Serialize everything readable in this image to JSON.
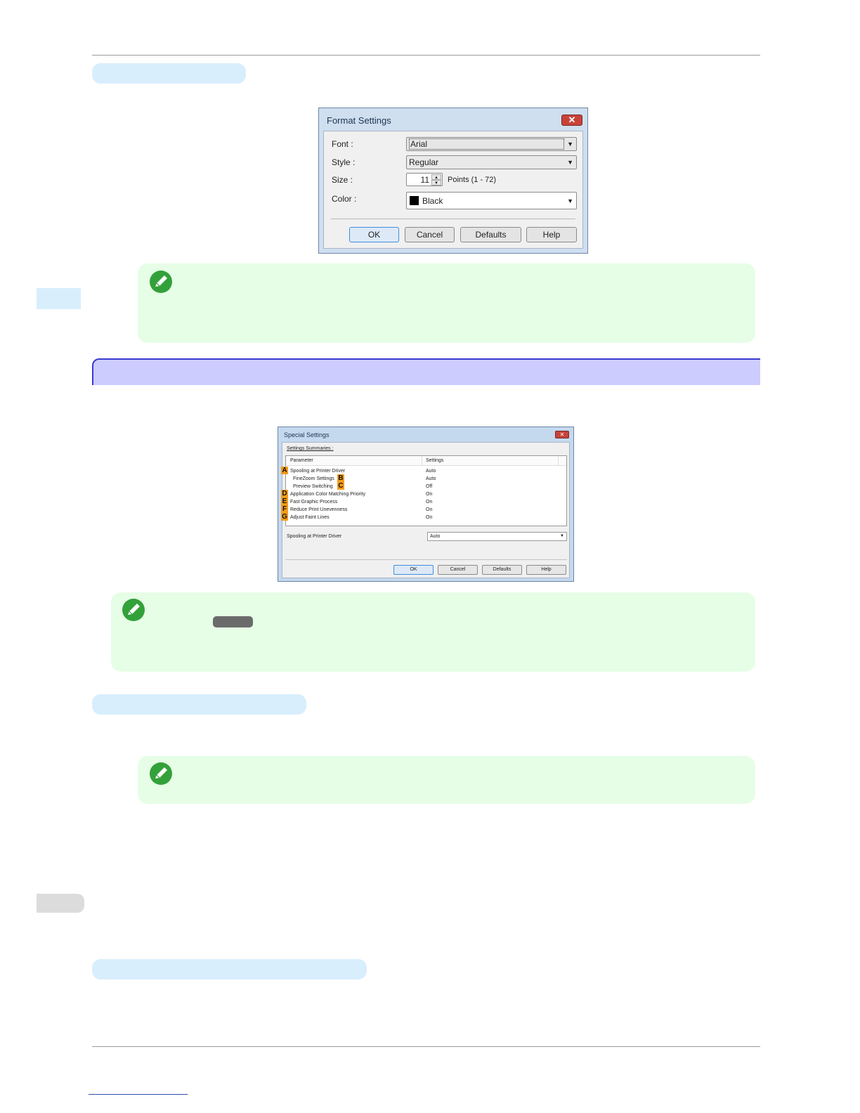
{
  "format_dialog": {
    "title": "Format Settings",
    "close_glyph": "✕",
    "font_label": "Font :",
    "font_value": "Arial",
    "style_label": "Style :",
    "style_value": "Regular",
    "size_label": "Size :",
    "size_value": "11",
    "size_units": "Points (1 - 72)",
    "color_label": "Color :",
    "color_value": "Black",
    "swatch_color": "#000000",
    "buttons": {
      "ok": "OK",
      "cancel": "Cancel",
      "defaults": "Defaults",
      "help": "Help"
    }
  },
  "special_dialog": {
    "title": "Special Settings",
    "close_glyph": "✕",
    "summaries_label": "Settings Summaries :",
    "col_parameter": "Parameter",
    "col_settings": "Settings",
    "rows": [
      {
        "badge": "A",
        "name": "Spooling at Printer Driver",
        "value": "Auto"
      },
      {
        "badge": "B",
        "name": "FineZoom Settings",
        "value": "Auto"
      },
      {
        "badge": "C",
        "name": "Preview Switching",
        "value": "Off"
      },
      {
        "badge": "D",
        "name": "Application Color Matching Priority",
        "value": "On"
      },
      {
        "badge": "E",
        "name": "Fast Graphic Process",
        "value": "On"
      },
      {
        "badge": "F",
        "name": "Reduce Print Unevenness",
        "value": "On"
      },
      {
        "badge": "G",
        "name": "Adjust Faint Lines",
        "value": "On"
      }
    ],
    "selector_label": "Spooling at Printer Driver",
    "selector_value": "Auto",
    "buttons": {
      "ok": "OK",
      "cancel": "Cancel",
      "defaults": "Defaults",
      "help": "Help"
    }
  },
  "colors": {
    "note_bg": "#e6fde6",
    "heading_pill": "#d8eefc",
    "section_bar": "#ccccff",
    "badge": "#f39c19"
  },
  "icons": {
    "note": "pencil-note-icon",
    "dropdown": "chevron-down-icon"
  }
}
